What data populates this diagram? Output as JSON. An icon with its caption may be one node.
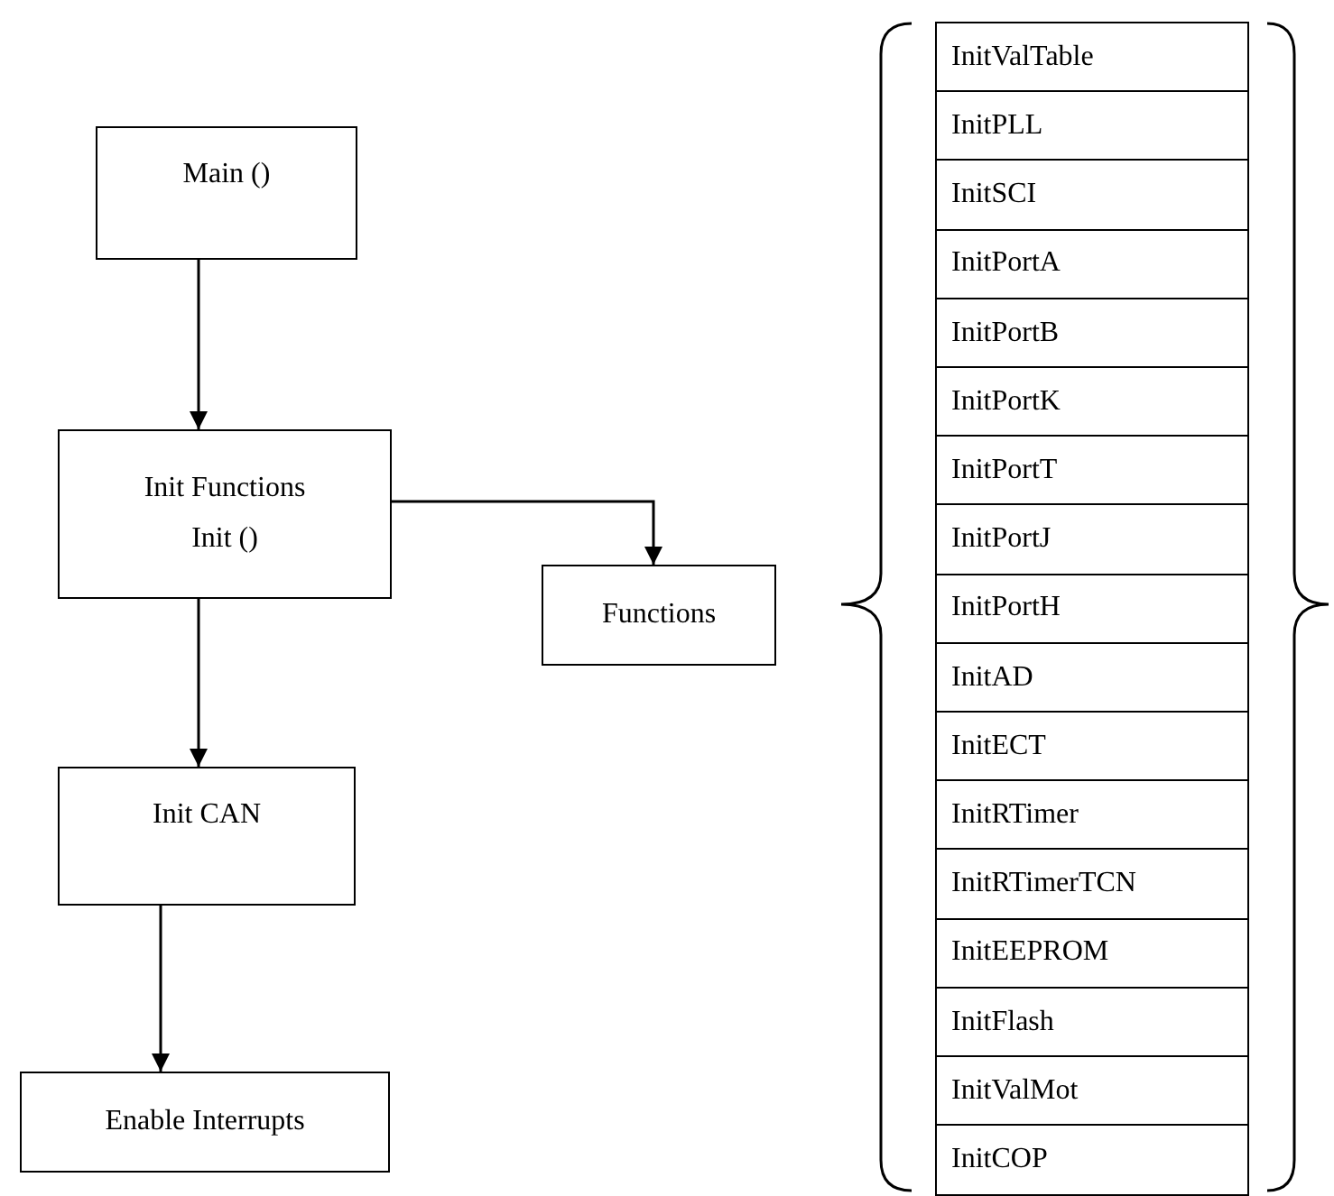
{
  "diagram": {
    "nodes": [
      {
        "text": [
          "Main ()"
        ]
      },
      {
        "text": [
          "Init Functions",
          "Init ()"
        ]
      },
      {
        "text": [
          "Init CAN"
        ]
      },
      {
        "text": [
          "Enable Interrupts"
        ]
      },
      {
        "text": [
          "Functions"
        ]
      },
      {
        "text": [
          "InitValTable"
        ]
      },
      {
        "text": [
          "InitPLL"
        ]
      },
      {
        "text": [
          "InitSCI"
        ]
      },
      {
        "text": [
          "InitPortA"
        ]
      },
      {
        "text": [
          "InitPortB"
        ]
      },
      {
        "text": [
          "InitPortK"
        ]
      },
      {
        "text": [
          "InitPortT"
        ]
      },
      {
        "text": [
          "InitPortJ"
        ]
      },
      {
        "text": [
          "InitPortH"
        ]
      },
      {
        "text": [
          "InitAD"
        ]
      },
      {
        "text": [
          "InitECT"
        ]
      },
      {
        "text": [
          "InitRTimer"
        ]
      },
      {
        "text": [
          "InitRTimerTCN"
        ]
      },
      {
        "text": [
          "InitEEPROM"
        ]
      },
      {
        "text": [
          "InitFlash"
        ]
      },
      {
        "text": [
          "InitValMot"
        ]
      },
      {
        "text": [
          "InitCOP"
        ]
      }
    ],
    "edges": [
      {
        "from": 0,
        "to": 1,
        "arrow": "to"
      },
      {
        "from": 1,
        "to": 4,
        "arrow": "to"
      },
      {
        "from": 1,
        "to": 2,
        "arrow": "to"
      },
      {
        "from": 2,
        "to": 3,
        "arrow": "to"
      }
    ]
  }
}
